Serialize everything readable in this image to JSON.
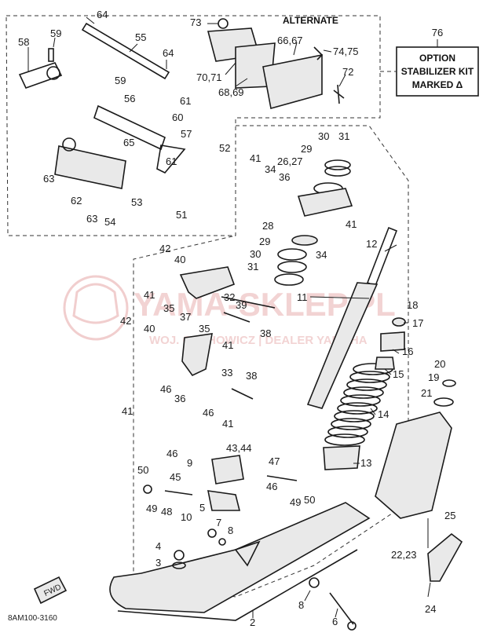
{
  "header": {
    "alternate_label": "ALTERNATE",
    "option_ref": "76",
    "option_text": [
      "OPTION",
      "STABILIZER KIT",
      "MARKED Δ"
    ]
  },
  "watermark": {
    "text_main": "YAMA-SKLEP.PL",
    "text_sub": "WOJ. CECHOWICZ | DEALER YAMAHA"
  },
  "footer": {
    "code": "8AM100-3160",
    "fwd_badge": "FWD"
  },
  "callouts": [
    "64",
    "59",
    "58",
    "55",
    "64",
    "73",
    "70,71",
    "68,69",
    "66,67",
    "74,75",
    "72",
    "59",
    "56",
    "61",
    "60",
    "57",
    "65",
    "61",
    "52",
    "41",
    "34",
    "36",
    "26,27",
    "29",
    "30",
    "31",
    "63",
    "62",
    "63",
    "54",
    "53",
    "51",
    "41",
    "28",
    "29",
    "30",
    "31",
    "34",
    "41",
    "12",
    "42",
    "40",
    "41",
    "32",
    "39",
    "38",
    "11",
    "35",
    "37",
    "42",
    "40",
    "41",
    "35",
    "33",
    "38",
    "18",
    "17",
    "16",
    "15",
    "14",
    "13",
    "20",
    "19",
    "21",
    "46",
    "36",
    "41",
    "46",
    "41",
    "43,44",
    "9",
    "46",
    "47",
    "46",
    "45",
    "50",
    "49",
    "48",
    "49",
    "50",
    "5",
    "10",
    "7",
    "8",
    "25",
    "4",
    "3",
    "22,23",
    "24",
    "8",
    "6",
    "2"
  ]
}
